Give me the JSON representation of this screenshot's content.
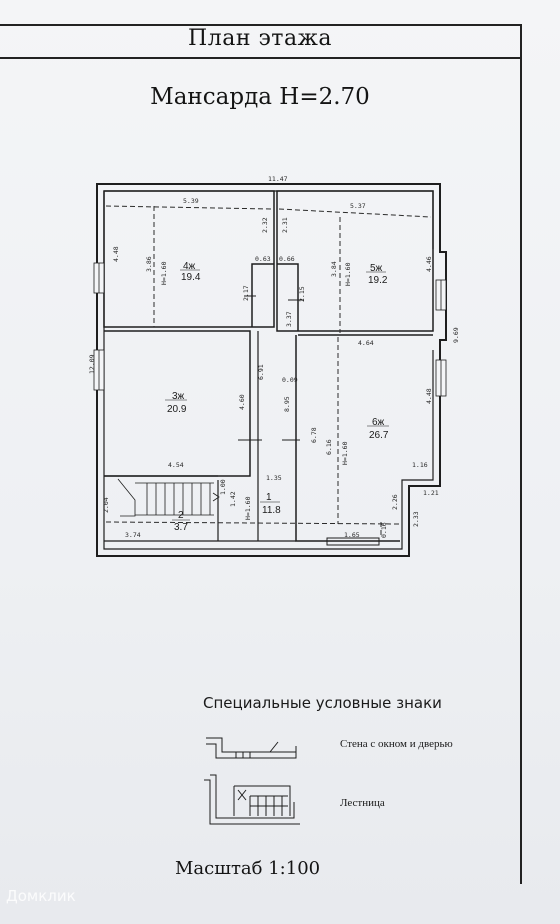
{
  "title": "План этажа",
  "subtitle": "Мансарда H=2.70",
  "scale": "Масштаб  1:100",
  "watermark": "Домклик",
  "legend": {
    "title": "Специальные условные знаки",
    "items": [
      {
        "label": "Стена с окном и дверью",
        "icon": "wall-window-door-symbol"
      },
      {
        "label": "Лестница",
        "icon": "stair-symbol"
      }
    ]
  },
  "rooms": [
    {
      "number": "4ж",
      "area": "19.4",
      "height": "H=1.60"
    },
    {
      "number": "5ж",
      "area": "19.2",
      "height": "H=1.60"
    },
    {
      "number": "3ж",
      "area": "20.9",
      "height": ""
    },
    {
      "number": "6ж",
      "area": "26.7",
      "height": "H=1.60"
    },
    {
      "number": "1",
      "area": "11.8",
      "height": "H=1.60"
    },
    {
      "number": "2",
      "area": "3.7",
      "height": ""
    }
  ],
  "dimensions": [
    "11.47",
    "5.39",
    "5.37",
    "4.48",
    "3.86",
    "2.32",
    "2.31",
    "0.63",
    "0.66",
    "3.84",
    "4.46",
    "2.17",
    "2.15",
    "3.37",
    "4.64",
    "9.69",
    "12.09",
    "4.60",
    "6.91",
    "0.09",
    "8.95",
    "6.78",
    "6.16",
    "4.48",
    "4.54",
    "1.35",
    "1.16",
    "1.21",
    "1.00",
    "1.42",
    "2.26",
    "2.33",
    "2.04",
    "3.74",
    "1.65",
    "0.16"
  ]
}
